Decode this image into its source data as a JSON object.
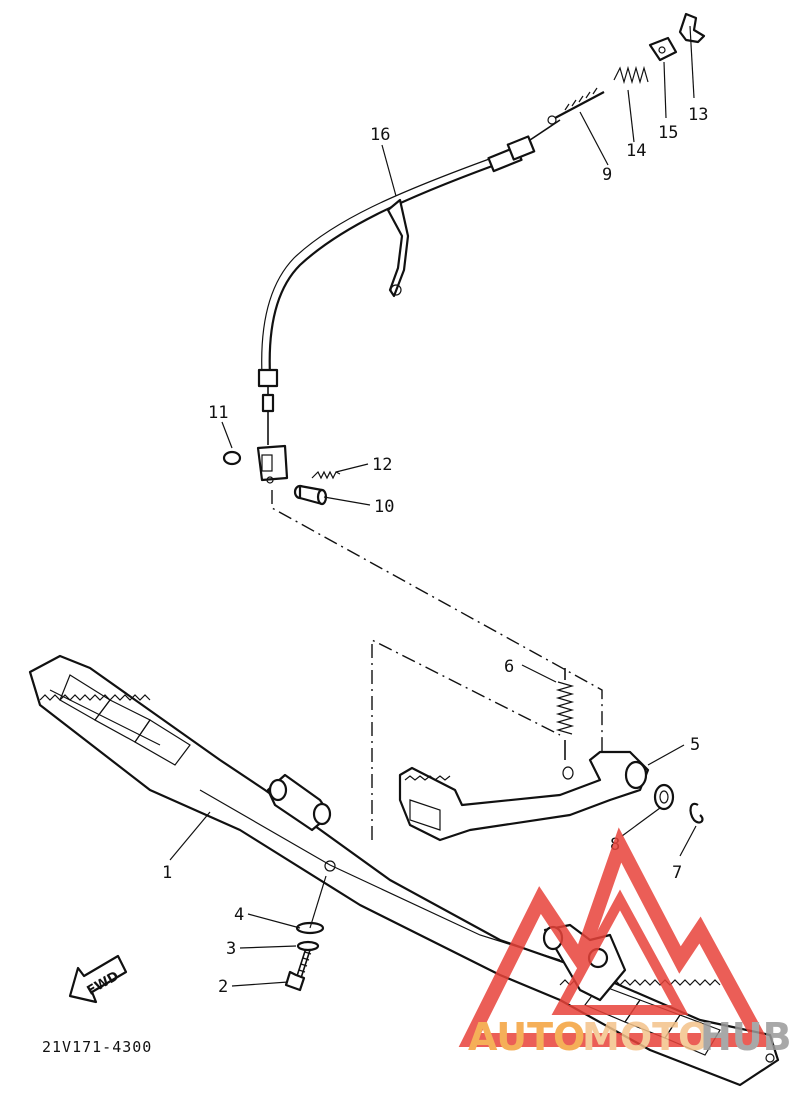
{
  "diagram": {
    "reference_code": "21V171-4300",
    "fwd_label": "FWD",
    "part_labels": [
      {
        "id": "1",
        "text": "1"
      },
      {
        "id": "2",
        "text": "2"
      },
      {
        "id": "3",
        "text": "3"
      },
      {
        "id": "4",
        "text": "4"
      },
      {
        "id": "5",
        "text": "5"
      },
      {
        "id": "6",
        "text": "6"
      },
      {
        "id": "7",
        "text": "7"
      },
      {
        "id": "8",
        "text": "8"
      },
      {
        "id": "9",
        "text": "9"
      },
      {
        "id": "10",
        "text": "10"
      },
      {
        "id": "11",
        "text": "11"
      },
      {
        "id": "12",
        "text": "12"
      },
      {
        "id": "13",
        "text": "13"
      },
      {
        "id": "14",
        "text": "14"
      },
      {
        "id": "15",
        "text": "15"
      },
      {
        "id": "16",
        "text": "16"
      }
    ],
    "watermark": {
      "text_part1": "AUTO",
      "text_part2": "MOTO",
      "text_part3": "HUB",
      "colors": {
        "red": "#e8433a",
        "orange": "#f4a23c",
        "gray": "#9a9a9a"
      }
    }
  }
}
